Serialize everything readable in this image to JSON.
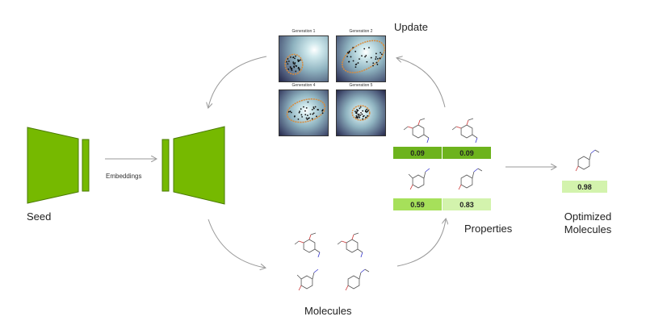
{
  "labels": {
    "seed": "Seed",
    "embeddings": "Embeddings",
    "update": "Update",
    "molecules": "Molecules",
    "properties": "Properties",
    "optimized": "Optimized Molecules"
  },
  "generations": [
    {
      "title": "Generation 1"
    },
    {
      "title": "Generation 2"
    },
    {
      "title": "Generation 4"
    },
    {
      "title": "Generation 5"
    }
  ],
  "properties": [
    {
      "value": "0.09",
      "color": "#6db31d"
    },
    {
      "value": "0.09",
      "color": "#6db31d"
    },
    {
      "value": "0.59",
      "color": "#a6e05a"
    },
    {
      "value": "0.83",
      "color": "#d3f3ad"
    }
  ],
  "optimized": {
    "value": "0.98",
    "color": "#d3f3ad"
  },
  "colors": {
    "model": "#76b900",
    "arrow": "#999999",
    "ellipse": "#d98a3a"
  }
}
